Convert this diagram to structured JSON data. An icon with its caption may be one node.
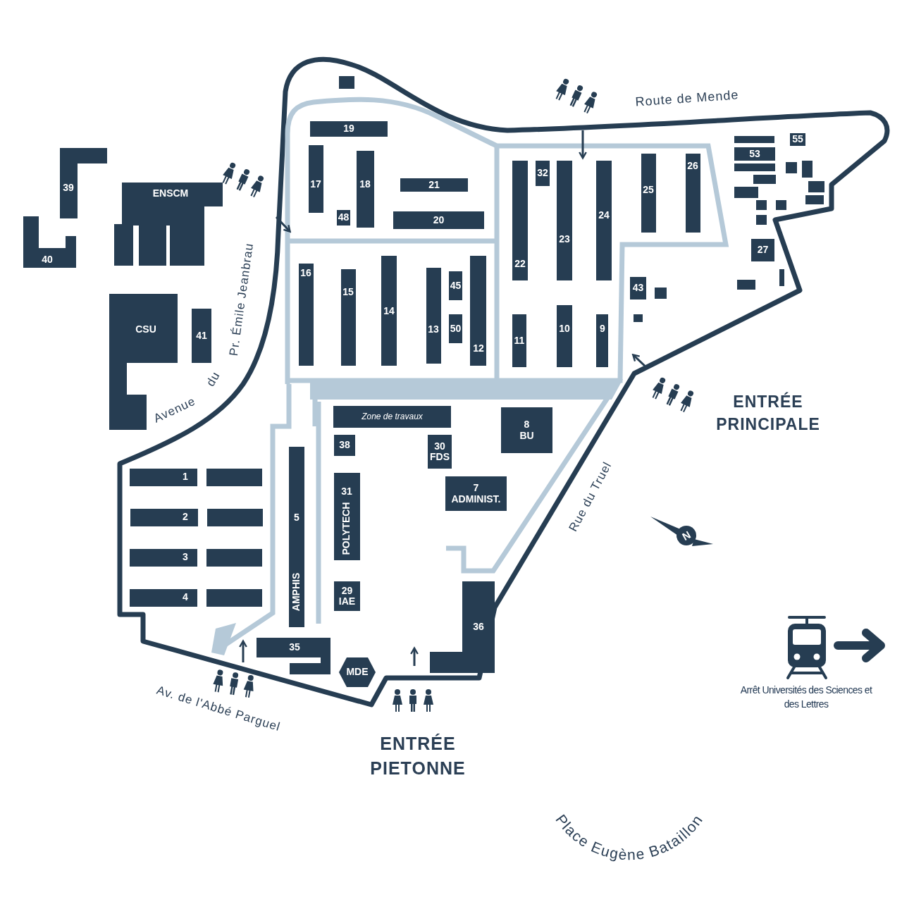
{
  "diagram": {
    "nodes": [
      {
        "text": [
          "39"
        ]
      },
      {
        "text": [
          "ENSCM"
        ]
      },
      {
        "text": [
          "40"
        ]
      },
      {
        "text": [
          "CSU"
        ]
      },
      {
        "text": [
          "41"
        ]
      },
      {
        "text": [],
        "shape": "box"
      },
      {
        "text": [
          "19"
        ]
      },
      {
        "text": [
          "17"
        ]
      },
      {
        "text": [
          "18"
        ]
      },
      {
        "text": [
          "48"
        ]
      },
      {
        "text": [
          "21"
        ]
      },
      {
        "text": [
          "20"
        ]
      },
      {
        "text": [
          "16"
        ]
      },
      {
        "text": [
          "15"
        ]
      },
      {
        "text": [
          "14"
        ]
      },
      {
        "text": [
          "13"
        ]
      },
      {
        "text": [
          "45"
        ]
      },
      {
        "text": [
          "50"
        ]
      },
      {
        "text": [
          "12"
        ]
      },
      {
        "text": [
          "22"
        ]
      },
      {
        "text": [
          "32"
        ]
      },
      {
        "text": [
          "23"
        ]
      },
      {
        "text": [
          "24"
        ]
      },
      {
        "text": [
          "25"
        ]
      },
      {
        "text": [
          "26"
        ]
      },
      {
        "text": [],
        "shape": "box"
      },
      {
        "text": [
          "53"
        ]
      },
      {
        "text": [],
        "shape": "box"
      },
      {
        "text": [],
        "shape": "box"
      },
      {
        "text": [],
        "shape": "box"
      },
      {
        "text": [
          "55"
        ]
      },
      {
        "text": [],
        "shape": "box"
      },
      {
        "text": [],
        "shape": "box"
      },
      {
        "text": [],
        "shape": "box"
      },
      {
        "text": [],
        "shape": "box"
      },
      {
        "text": [],
        "shape": "box"
      },
      {
        "text": [],
        "shape": "box"
      },
      {
        "text": [],
        "shape": "box"
      },
      {
        "text": [
          "27"
        ]
      },
      {
        "text": [
          "43"
        ]
      },
      {
        "text": [],
        "shape": "box"
      },
      {
        "text": [],
        "shape": "box"
      },
      {
        "text": [],
        "shape": "box"
      },
      {
        "text": [],
        "shape": "box"
      },
      {
        "text": [
          "11"
        ]
      },
      {
        "text": [
          "10"
        ]
      },
      {
        "text": [
          "9"
        ]
      },
      {
        "text": [
          "Zone de travaux"
        ]
      },
      {
        "text": [
          "8",
          "BU"
        ]
      },
      {
        "text": [
          "38"
        ]
      },
      {
        "text": [
          "30",
          "FDS"
        ]
      },
      {
        "text": [
          "7",
          "ADMINIST."
        ]
      },
      {
        "text": [
          "1"
        ]
      },
      {
        "text": [],
        "shape": "box"
      },
      {
        "text": [
          "5",
          "AMPHIS"
        ]
      },
      {
        "text": [
          "31",
          "POLYTECH"
        ]
      },
      {
        "text": [
          "2"
        ]
      },
      {
        "text": [],
        "shape": "box"
      },
      {
        "text": [
          "3"
        ]
      },
      {
        "text": [],
        "shape": "box"
      },
      {
        "text": [
          "4"
        ]
      },
      {
        "text": [],
        "shape": "box"
      },
      {
        "text": [
          "29",
          "IAE"
        ]
      },
      {
        "text": [
          "36"
        ]
      },
      {
        "text": [
          "35"
        ]
      },
      {
        "text": [
          "MDE"
        ]
      }
    ],
    "labels": [
      "Route de Mende",
      "Pr. Émile Jeanbrau",
      "du",
      "Avenue",
      "ENTRÉE PRINCIPALE",
      "Rue du Truel",
      "N",
      "Arrêt Universités des Sciences et des Lettres",
      "Av. de l'Abbé Parguel",
      "ENTRÉE PIETONNE",
      "Place Eugène Bataillon"
    ]
  }
}
